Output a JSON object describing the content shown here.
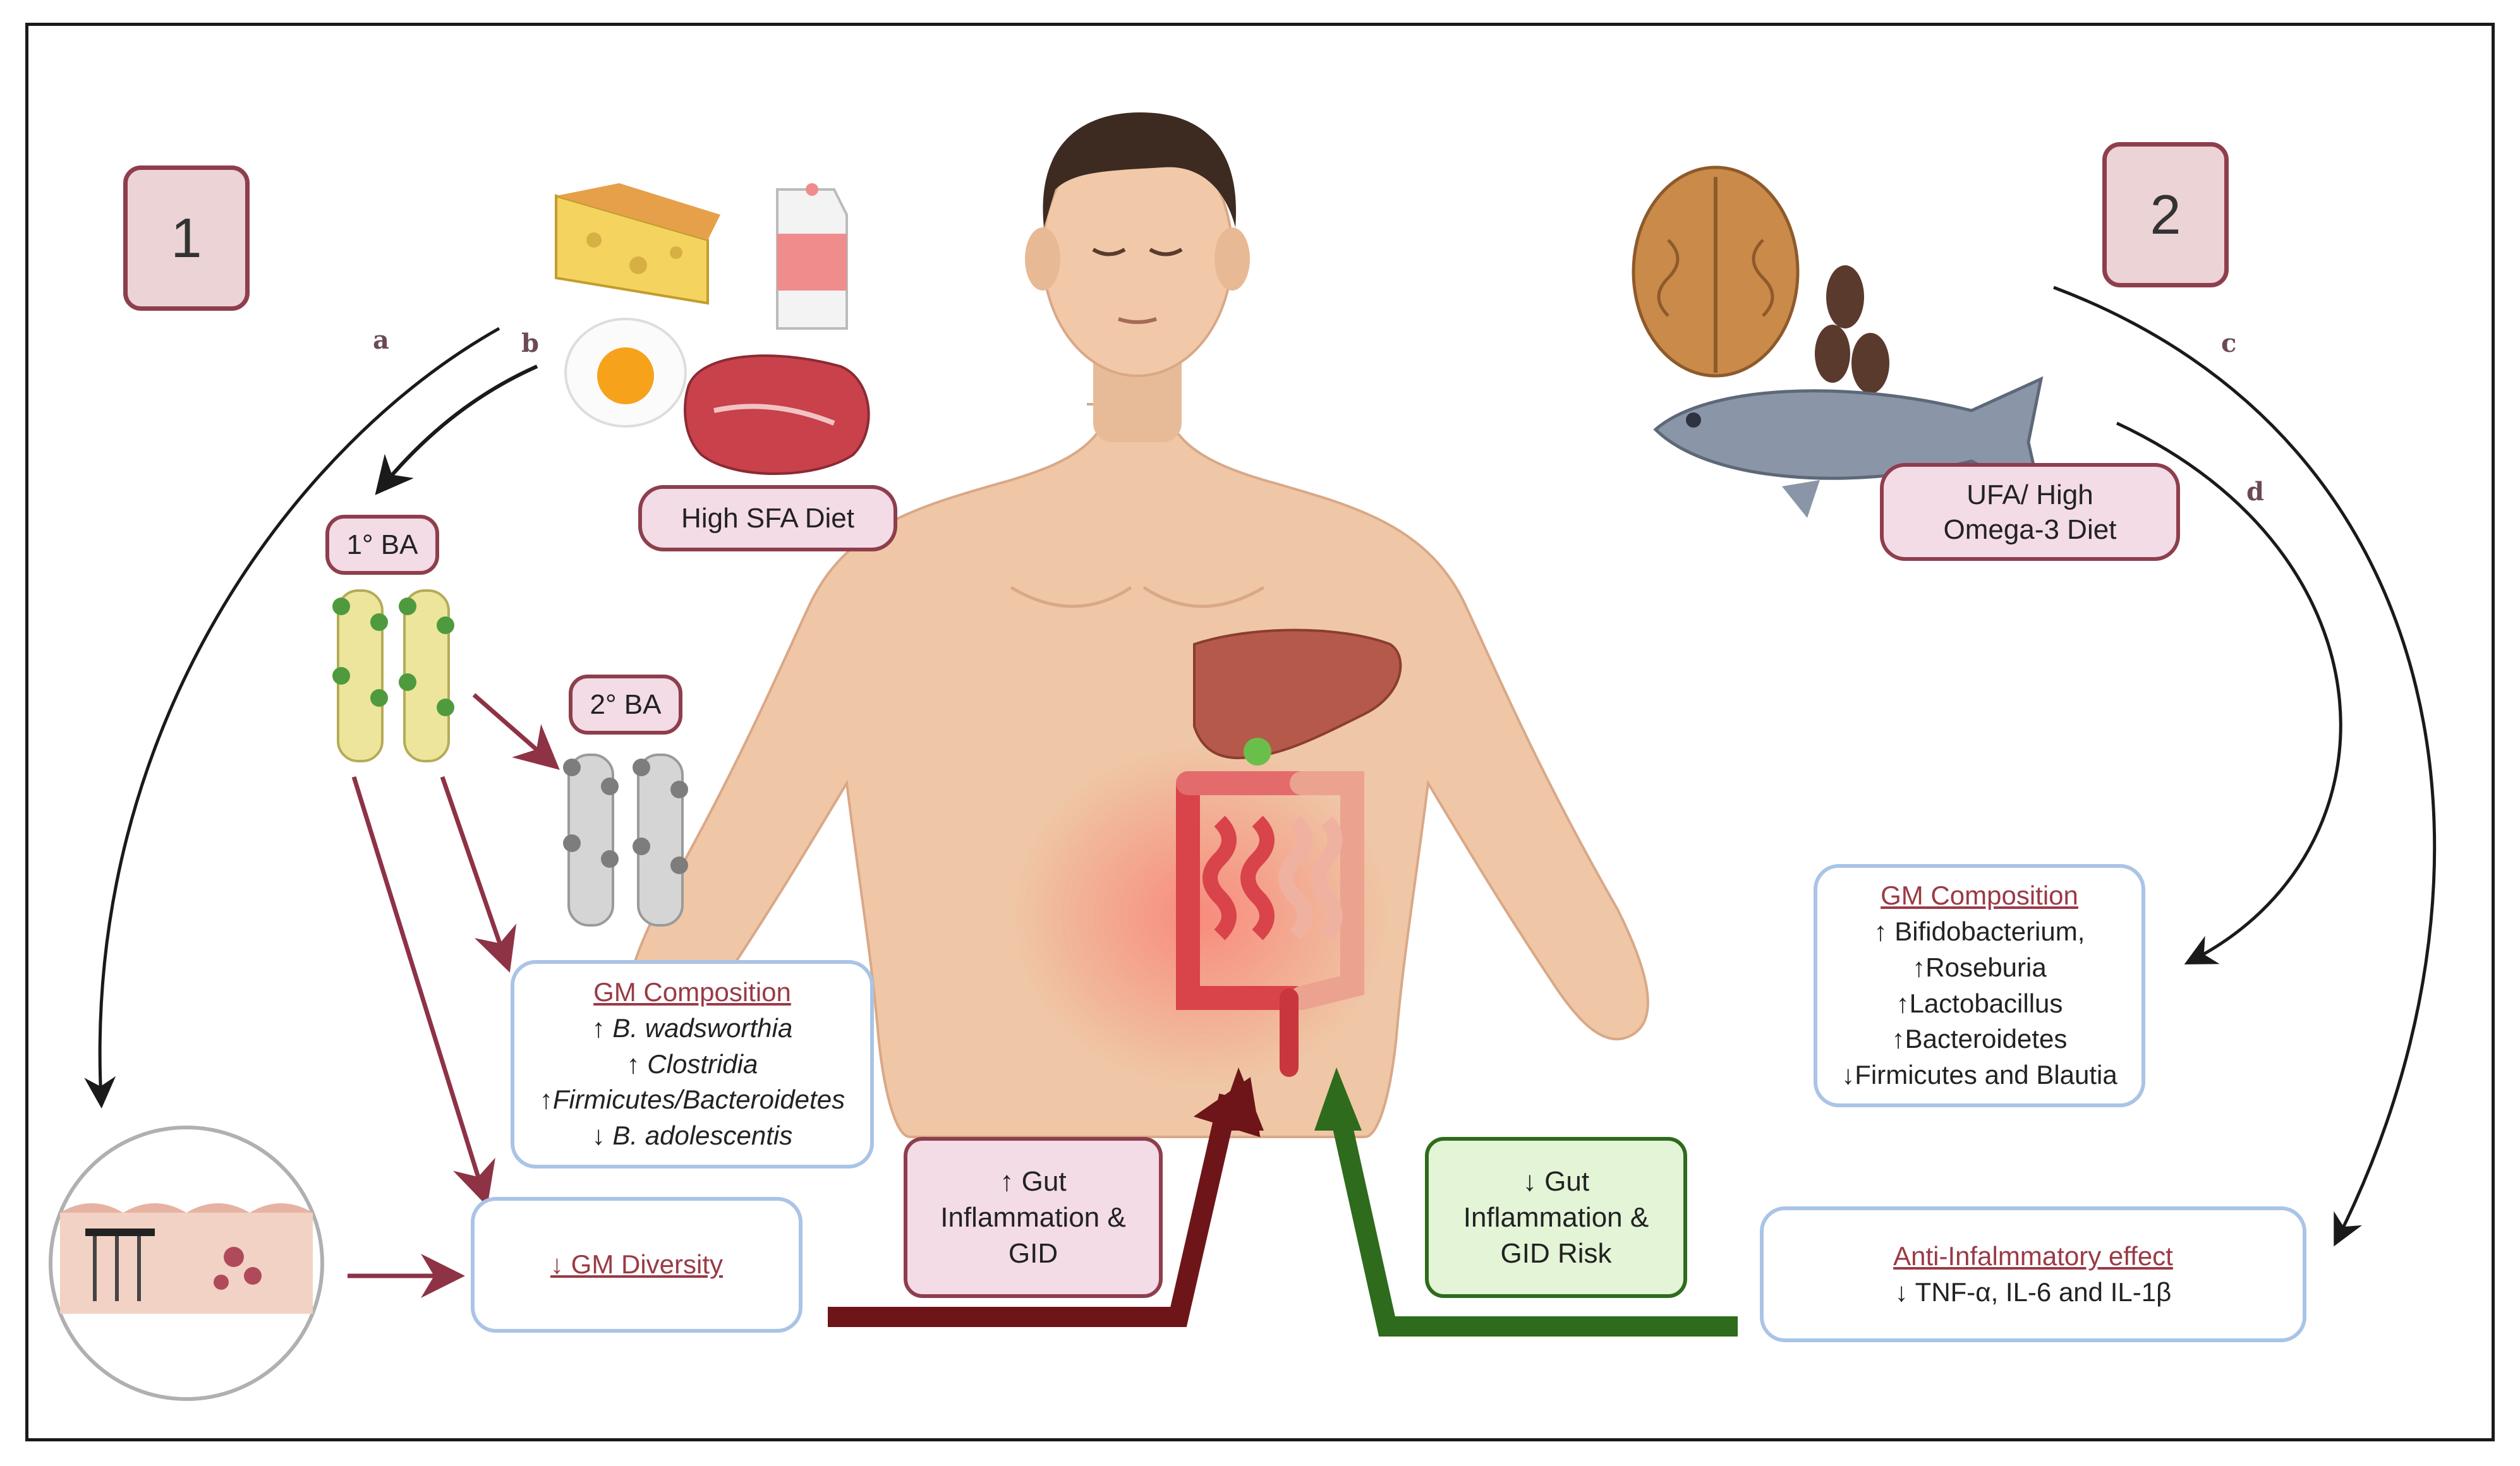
{
  "panels": {
    "left_number": "1",
    "right_number": "2"
  },
  "path_letters": {
    "a": "a",
    "b": "b",
    "c": "c",
    "d": "d"
  },
  "left": {
    "diet_label": "High SFA Diet",
    "primary_ba": "1° BA",
    "secondary_ba": "2° BA",
    "gm_composition": {
      "title": "GM Composition",
      "items": [
        "↑ B. wadsworthia",
        "↑ Clostridia",
        "↑Firmicutes/Bacteroidetes",
        "↓ B. adolescentis"
      ]
    },
    "gm_diversity": "↓ GM Diversity",
    "effect": [
      "↑ Gut",
      "Inflammation &",
      "GID"
    ]
  },
  "right": {
    "diet_label_lines": [
      "UFA/ High",
      "Omega-3 Diet"
    ],
    "gm_composition": {
      "title": "GM Composition",
      "items": [
        "↑ Bifidobacterium,",
        "↑Roseburia",
        "↑Lactobacillus",
        "↑Bacteroidetes",
        "↓Firmicutes and Blautia"
      ]
    },
    "anti_inflammatory": {
      "title": "Anti-Infalmmatory effect",
      "text": "↓ TNF-α, IL-6 and IL-1β"
    },
    "effect": [
      "↓ Gut",
      "Inflammation &",
      "GID Risk"
    ]
  },
  "colors": {
    "bad_arrow": "#6e1519",
    "good_arrow": "#2e6b1c",
    "maroon_border": "#8e3e4d",
    "blue_border": "#a9c4e6",
    "pink_fill": "#f3dce6",
    "green_fill": "#e3f4d7"
  },
  "icons": [
    "cheese-icon",
    "milk-carton-icon",
    "fried-egg-icon",
    "steak-icon",
    "walnut-icon",
    "seeds-icon",
    "fish-icon",
    "human-figure",
    "liver-icon",
    "intestine-icon",
    "bile-acid-icon",
    "gut-lining-icon"
  ]
}
